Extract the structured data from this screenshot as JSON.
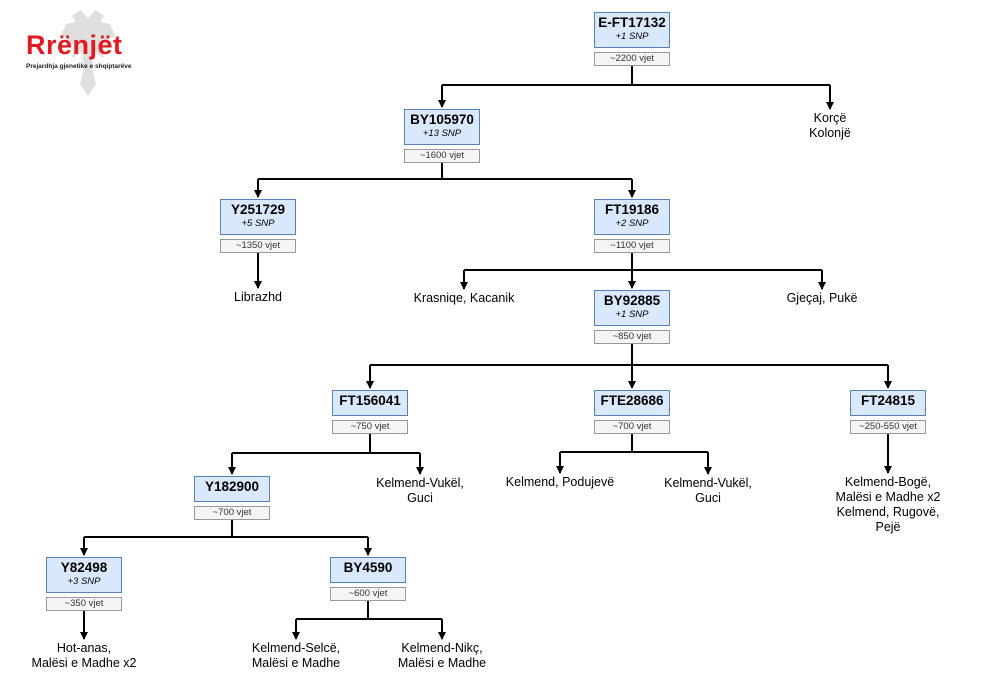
{
  "logo": {
    "brand": "Rrënjët",
    "tagline": "Prejardhja gjenetike e shqiptarëve",
    "emblem": "double-headed-eagle-icon",
    "brand_color": "#e11b22"
  },
  "colors": {
    "node_fill": "#dae8fc",
    "node_border": "#5b7fb7",
    "age_fill": "#f5f5f5",
    "line": "#000000"
  },
  "nodes": [
    {
      "id": "n1",
      "name": "E-FT17132",
      "snp": "+1 SNP",
      "age": "~2200 vjet"
    },
    {
      "id": "n2",
      "name": "BY105970",
      "snp": "+13 SNP",
      "age": "~1600 vjet"
    },
    {
      "id": "n3",
      "name": "Y251729",
      "snp": "+5 SNP",
      "age": "~1350 vjet"
    },
    {
      "id": "n4",
      "name": "FT19186",
      "snp": "+2 SNP",
      "age": "~1100 vjet"
    },
    {
      "id": "n5",
      "name": "BY92885",
      "snp": "+1 SNP",
      "age": "~850 vjet"
    },
    {
      "id": "n6",
      "name": "FT156041",
      "snp": "",
      "age": "~750 vjet"
    },
    {
      "id": "n7",
      "name": "FTE28686",
      "snp": "",
      "age": "~700 vjet"
    },
    {
      "id": "n8",
      "name": "FT24815",
      "snp": "",
      "age": "~250-550 vjet"
    },
    {
      "id": "n9",
      "name": "Y182900",
      "snp": "",
      "age": "~700 vjet"
    },
    {
      "id": "n10",
      "name": "Y82498",
      "snp": "+3 SNP",
      "age": "~350 vjet"
    },
    {
      "id": "n11",
      "name": "BY4590",
      "snp": "",
      "age": "~600 vjet"
    }
  ],
  "leaves": [
    {
      "id": "l1",
      "text": "Korçë\nKolonjë"
    },
    {
      "id": "l2",
      "text": "Librazhd"
    },
    {
      "id": "l3",
      "text": "Krasniqe, Kacanik"
    },
    {
      "id": "l4",
      "text": "Gjeçaj, Pukë"
    },
    {
      "id": "l5",
      "text": "Kelmend-Vukël,\nGuci"
    },
    {
      "id": "l6",
      "text": "Kelmend, Podujevë"
    },
    {
      "id": "l7",
      "text": "Kelmend-Vukël,\nGuci"
    },
    {
      "id": "l8",
      "text": "Kelmend-Bogë, Malësi e Madhe x2\nKelmend, Rugovë, Pejë"
    },
    {
      "id": "l9",
      "text": "Hot-anas,\nMalësi e Madhe x2"
    },
    {
      "id": "l10",
      "text": "Kelmend-Selcë,\nMalësi e Madhe"
    },
    {
      "id": "l11",
      "text": "Kelmend-Nikç,\nMalësi e Madhe"
    }
  ],
  "edges": [
    [
      "n1",
      "n2"
    ],
    [
      "n1",
      "l1"
    ],
    [
      "n2",
      "n3"
    ],
    [
      "n2",
      "n4"
    ],
    [
      "n3",
      "l2"
    ],
    [
      "n4",
      "l3"
    ],
    [
      "n4",
      "n5"
    ],
    [
      "n4",
      "l4"
    ],
    [
      "n5",
      "n6"
    ],
    [
      "n5",
      "n7"
    ],
    [
      "n5",
      "n8"
    ],
    [
      "n6",
      "n9"
    ],
    [
      "n6",
      "l5"
    ],
    [
      "n7",
      "l6"
    ],
    [
      "n7",
      "l7"
    ],
    [
      "n8",
      "l8"
    ],
    [
      "n9",
      "n10"
    ],
    [
      "n9",
      "n11"
    ],
    [
      "n10",
      "l9"
    ],
    [
      "n11",
      "l10"
    ],
    [
      "n11",
      "l11"
    ]
  ]
}
